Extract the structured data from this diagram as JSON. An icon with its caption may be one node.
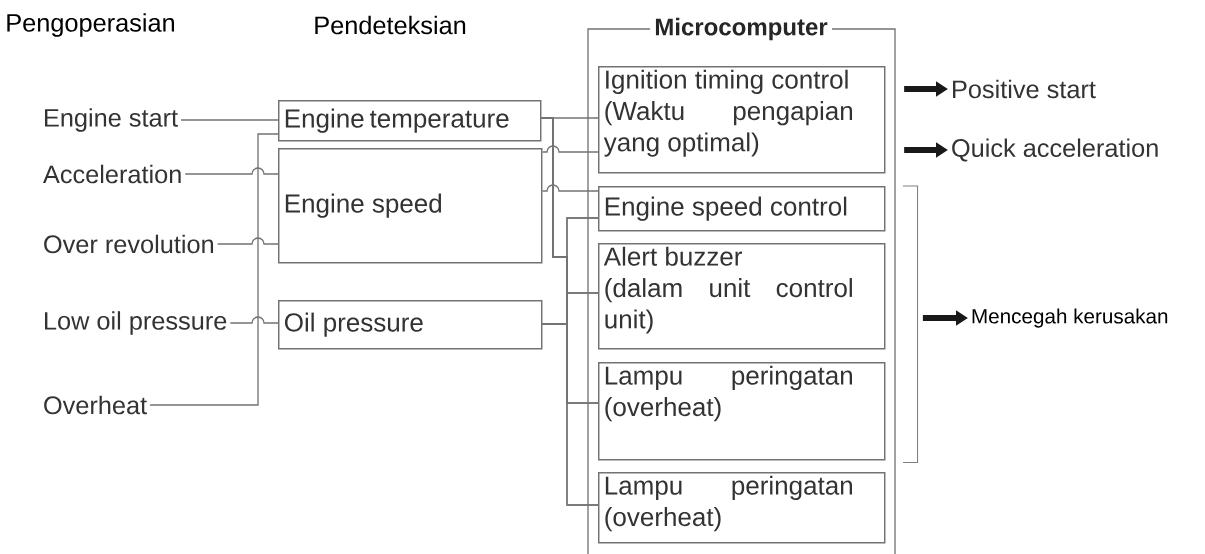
{
  "diagram": {
    "nodes": [
      {
        "text": [
          "Engine start"
        ]
      },
      {
        "text": [
          "Acceleration"
        ]
      },
      {
        "text": [
          "Over revolution"
        ]
      },
      {
        "text": [
          "Low oil pressure"
        ]
      },
      {
        "text": [
          "Overheat"
        ]
      },
      {
        "text": [
          "Engine temperature"
        ]
      },
      {
        "text": [
          "Engine speed"
        ]
      },
      {
        "text": [
          "Oil pressure"
        ]
      },
      {
        "text": [
          "Microcomputer"
        ]
      },
      {
        "text": [
          "Ignition timing control",
          "(Waktu pengapian yang optimal)"
        ],
        "in": 8
      },
      {
        "text": [
          "Engine speed control"
        ],
        "in": 8
      },
      {
        "text": [
          "Alert buzzer",
          "(dalam unit control unit)"
        ],
        "in": 8
      },
      {
        "text": [
          "Lampu peringatan (overheat)"
        ],
        "in": 8
      },
      {
        "text": [
          "Lampu peringatan (overheat)"
        ],
        "in": 8
      },
      {
        "text": [
          "Positive start"
        ]
      },
      {
        "text": [
          "Quick acceleration"
        ]
      },
      {
        "text": [
          "Mencegah kerusakan"
        ]
      },
      {
        "text": [],
        "shape": "bracket"
      }
    ],
    "edges": [
      {
        "from": 0,
        "to": 5,
        "arrow": "none"
      },
      {
        "from": 4,
        "to": 5,
        "arrow": "none"
      },
      {
        "from": 1,
        "to": 6,
        "arrow": "none"
      },
      {
        "from": 2,
        "to": 6,
        "arrow": "none"
      },
      {
        "from": 3,
        "to": 7,
        "arrow": "none"
      },
      {
        "from": 5,
        "to": 9,
        "arrow": "none"
      },
      {
        "from": 6,
        "to": 9,
        "arrow": "none"
      },
      {
        "from": 6,
        "to": 10,
        "arrow": "none"
      },
      {
        "from": 5,
        "to": 10,
        "arrow": "none"
      },
      {
        "from": 5,
        "to": 11,
        "arrow": "none"
      },
      {
        "from": 5,
        "to": 12,
        "arrow": "none"
      },
      {
        "from": 5,
        "to": 13,
        "arrow": "none"
      },
      {
        "from": 7,
        "to": 10,
        "arrow": "none"
      },
      {
        "from": 7,
        "to": 11,
        "arrow": "none"
      },
      {
        "from": 7,
        "to": 12,
        "arrow": "none"
      },
      {
        "from": 7,
        "to": 13,
        "arrow": "none"
      },
      {
        "from": 9,
        "to": 14,
        "arrow": "to",
        "style": "thick"
      },
      {
        "from": 9,
        "to": 15,
        "arrow": "to",
        "style": "thick"
      },
      {
        "from": 17,
        "to": 16,
        "arrow": "to",
        "style": "thick"
      }
    ],
    "labels": [
      "Pengoperasian",
      "Pendeteksian"
    ]
  }
}
